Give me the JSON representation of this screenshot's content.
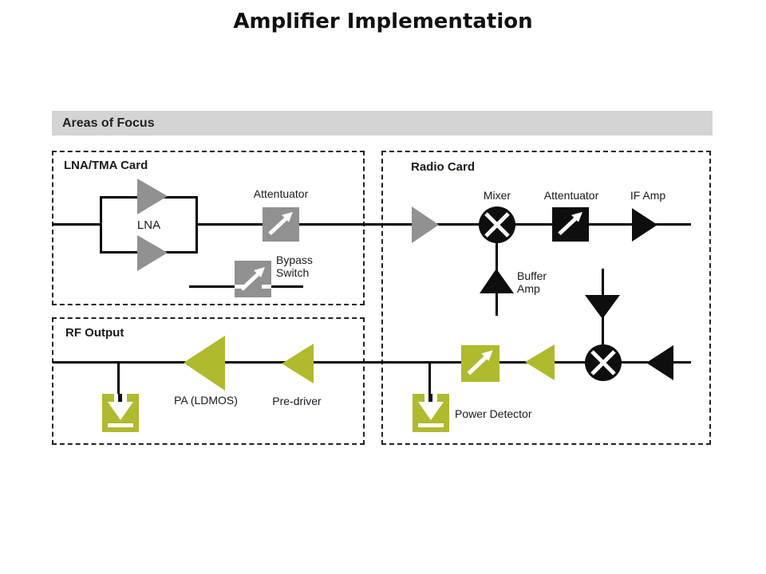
{
  "title": "Amplifier Implementation",
  "section_header": "Areas of Focus",
  "colors": {
    "gray": "#919191",
    "green": "#b0ba2d",
    "black": "#0e0e0e",
    "header_bg": "#d4d4d4",
    "text": "#191922",
    "line": "#000000"
  },
  "cards": {
    "lna_tma": {
      "title": "LNA/TMA Card"
    },
    "radio": {
      "title": "Radio Card"
    },
    "rf_output": {
      "title": "RF Output"
    }
  },
  "components": {
    "lna": {
      "label": "LNA"
    },
    "lna_attenuator": {
      "label": "Attentuator"
    },
    "bypass_switch": {
      "label": "Bypass\nSwitch"
    },
    "mixer": {
      "label": "Mixer"
    },
    "radio_attenuator": {
      "label": "Attentuator"
    },
    "if_amp": {
      "label": "IF Amp"
    },
    "buffer_amp": {
      "label": "Buffer\nAmp"
    },
    "power_detector": {
      "label": "Power Detector"
    },
    "pa": {
      "label": "PA (LDMOS)"
    },
    "pre_driver": {
      "label": "Pre-driver"
    }
  }
}
